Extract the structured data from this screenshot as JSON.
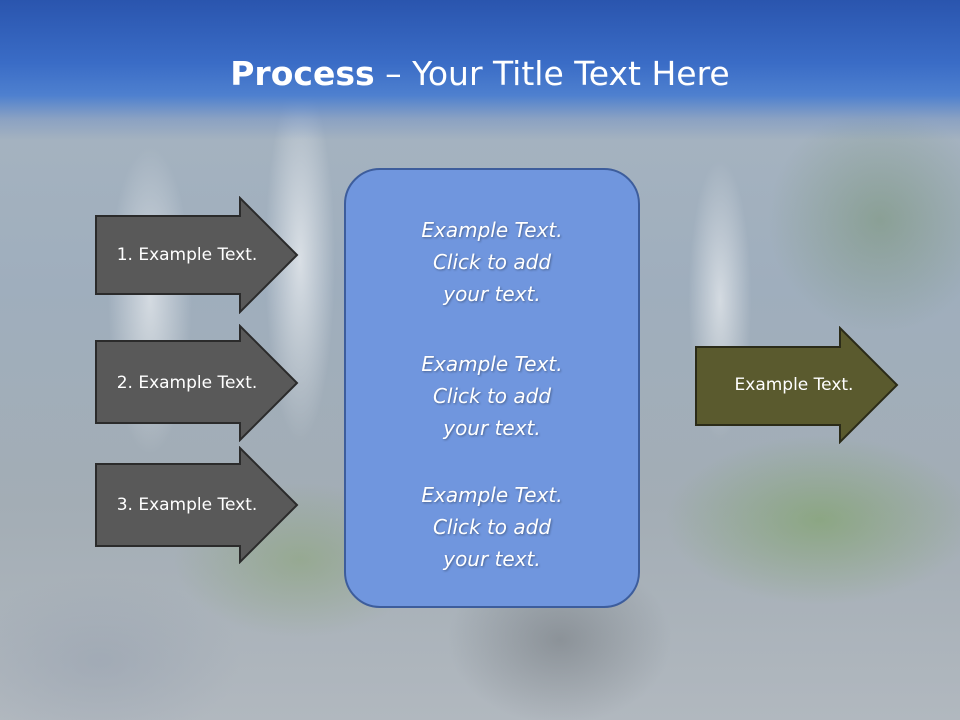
{
  "slide": {
    "title_bold": "Process",
    "title_rest": " – Your Title Text Here"
  },
  "inputs": [
    {
      "label": "1. Example Text."
    },
    {
      "label": "2. Example Text."
    },
    {
      "label": "3. Example Text."
    }
  ],
  "center": {
    "paragraphs": [
      {
        "line1": "Example Text.",
        "line2": "Click  to add",
        "line3": "your text."
      },
      {
        "line1": "Example Text.",
        "line2": "Click  to add",
        "line3": "your text."
      },
      {
        "line1": "Example Text.",
        "line2": "Click  to add",
        "line3": "your text."
      }
    ]
  },
  "output": {
    "label": "Example Text."
  },
  "colors": {
    "header_blue": "#2a55ae",
    "input_arrow": "#595959",
    "center_box": "#7096de",
    "output_arrow": "#5a5a2e"
  }
}
